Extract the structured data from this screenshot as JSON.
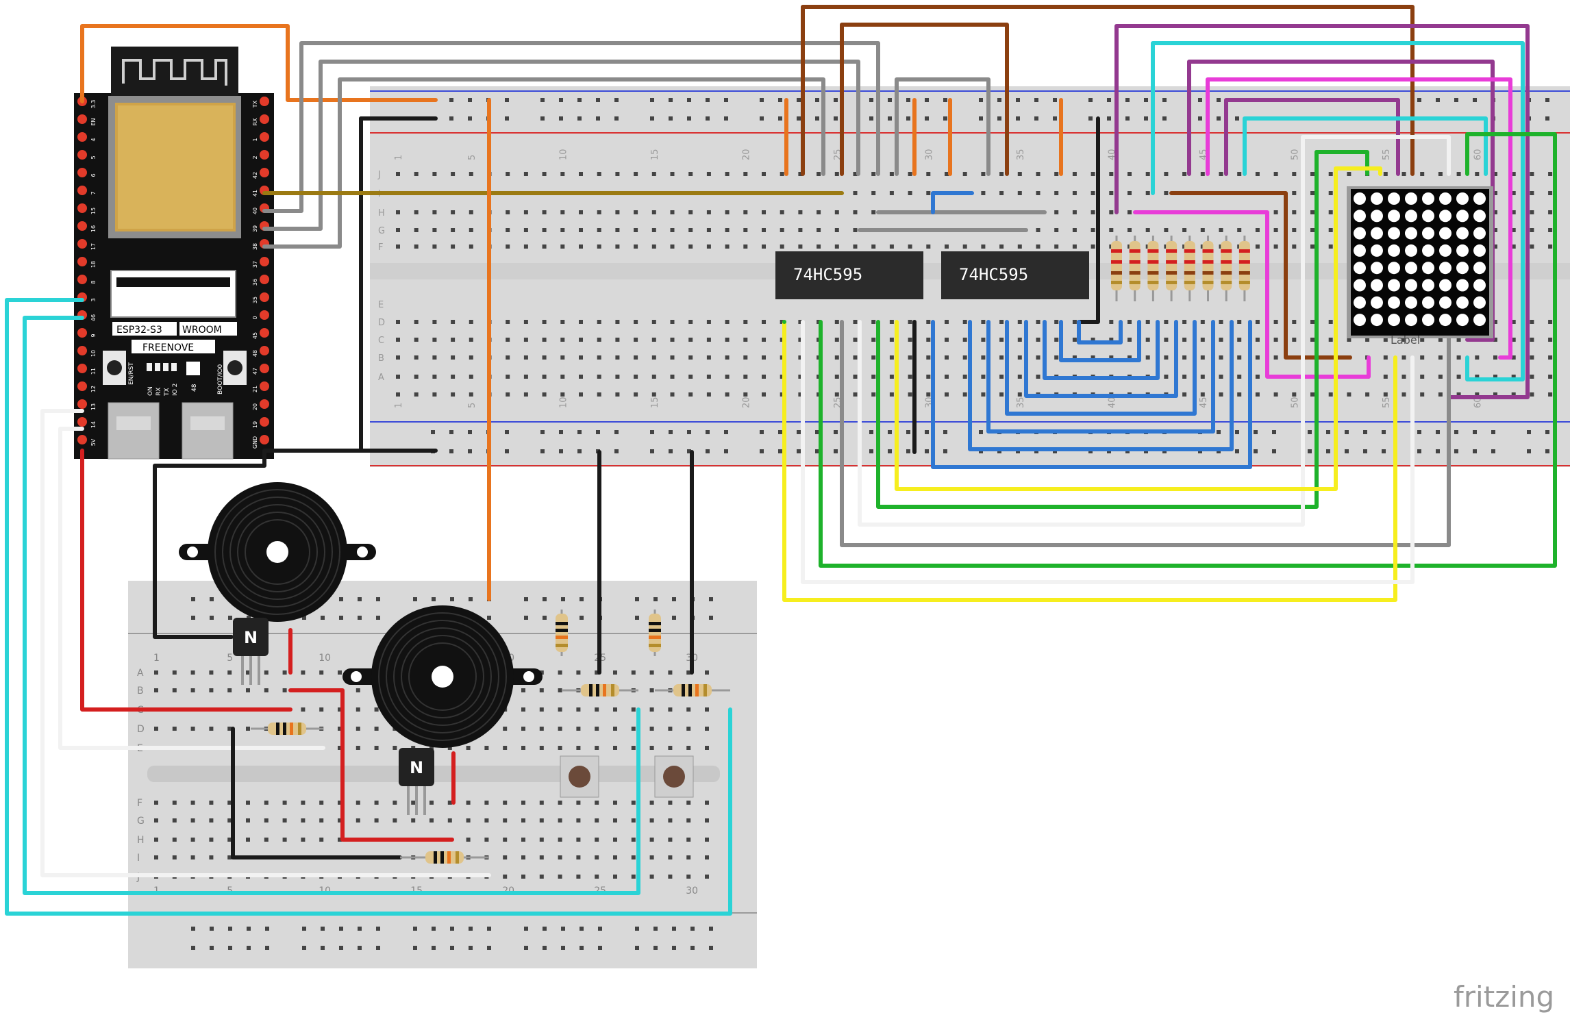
{
  "esp32": {
    "model_label": "ESP32-S3",
    "module_label": "WROOM",
    "brand_label": "FREENOVE",
    "reset_label": "EN/RST",
    "boot_label": "BOOT/IO0",
    "led_labels": [
      "ON",
      "RX",
      "TX",
      "IO 2"
    ],
    "led48_label": "48",
    "left_pins": [
      "3.3",
      "EN",
      "4",
      "5",
      "6",
      "7",
      "15",
      "16",
      "17",
      "18",
      "8",
      "3",
      "46",
      "9",
      "10",
      "11",
      "12",
      "13",
      "14",
      "5V"
    ],
    "right_pins": [
      "TX",
      "RX",
      "1",
      "2",
      "42",
      "41",
      "40",
      "39",
      "38",
      "37",
      "36",
      "35",
      "0",
      "45",
      "48",
      "47",
      "21",
      "20",
      "19",
      "GND"
    ]
  },
  "breadboard_top": {
    "row_labels": [
      "J",
      "I",
      "H",
      "G",
      "F",
      "E",
      "D",
      "C",
      "B",
      "A"
    ],
    "column_numbers": [
      "1",
      "5",
      "10",
      "15",
      "20",
      "25",
      "30",
      "35",
      "40",
      "45",
      "50",
      "55",
      "60"
    ]
  },
  "breadboard_bottom": {
    "row_labels": [
      "A",
      "B",
      "C",
      "D",
      "E",
      "F",
      "G",
      "H",
      "I",
      "J"
    ],
    "column_numbers": [
      "1",
      "5",
      "10",
      "15",
      "20",
      "25",
      "30"
    ]
  },
  "chips": [
    {
      "label": "74HC595"
    },
    {
      "label": "74HC595"
    }
  ],
  "matrix": {
    "label": "Label",
    "rows": 8,
    "cols": 8
  },
  "watermark": "fritzing",
  "colors": {
    "breadboard": "#d9d9d9",
    "breadboard_dark": "#c4c4c4",
    "esp_board": "#111111",
    "chip": "#2b2b2b",
    "wire_orange": "#e8741e",
    "wire_gray": "#8a8a8a",
    "wire_black": "#1a1a1a",
    "wire_brown": "#8b3f10",
    "wire_purple": "#93398f",
    "wire_cyan": "#2ad3d6",
    "wire_magenta": "#e83cd8",
    "wire_blue": "#2f77d2",
    "wire_green": "#1eb22b",
    "wire_yellow": "#f6ee1e",
    "wire_white": "#f2f2f2",
    "wire_red": "#d41f1f",
    "wire_olive": "#9b7a12"
  }
}
